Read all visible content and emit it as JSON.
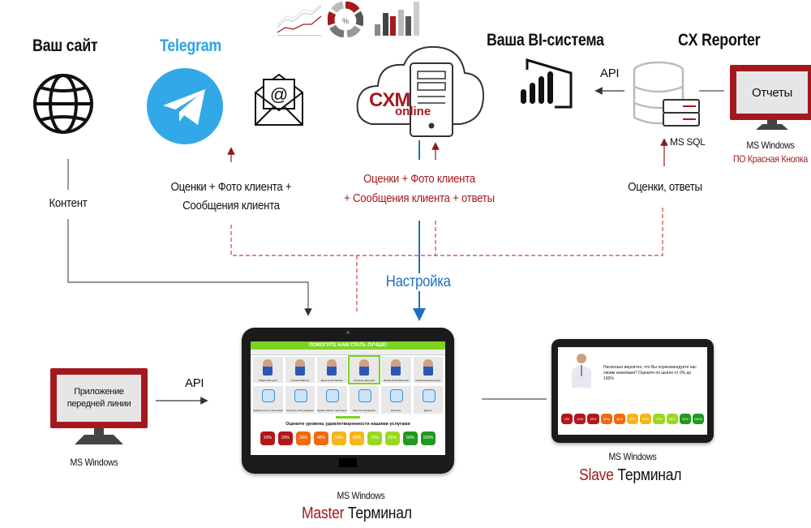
{
  "colors": {
    "accent_red": "#a31a1e",
    "telegram_blue": "#2ca5e0",
    "config_blue": "#1e6fc0",
    "master_green": "#7ed321"
  },
  "nodes": {
    "website": {
      "title": "Ваш сайт",
      "icon": "globe-icon",
      "link_label": "Контент"
    },
    "telegram": {
      "title": "Telegram",
      "icon": "telegram-icon"
    },
    "email": {
      "icon": "email-icon"
    },
    "telegram_email_flow": {
      "line1": "Оценки + Фото клиента +",
      "line2": "Сообщения клиента"
    },
    "cxm": {
      "brand_main": "CXM",
      "brand_sub": "online",
      "icon": "cloud-server-icon",
      "flow_line1": "Оценки + Фото клиента",
      "flow_line2": "+ Сообщения клиента + ответы",
      "config_label": "Настройка"
    },
    "analytics_icons": [
      "line-chart-icon",
      "donut-chart-icon",
      "bar-chart-icon"
    ],
    "donut_symbol": "%",
    "bi": {
      "title": "Ваша BI-система",
      "icon": "power-bi-icon",
      "api_label": "API"
    },
    "cx_reporter": {
      "title": "CX Reporter",
      "db_label": "MS SQL",
      "screen_text": "Отчеты",
      "os": "MS Windows",
      "vendor": "ПО Красная Кнопка",
      "flow_label": "Оценки, ответы"
    },
    "frontline_app": {
      "screen_text_1": "Приложение",
      "screen_text_2": "передней линии",
      "os": "MS Windows",
      "api_label": "API"
    },
    "master": {
      "os": "MS Windows",
      "role": "Master",
      "suffix": " Терминал",
      "header": "ПОМОГИТЕ НАМ СТАТЬ ЛУЧШЕ!",
      "employees": [
        "Гайдин Валерий",
        "Гуляков Максим",
        "Бреушкина Любовь",
        "Кличенко Дмитрий",
        "Яковлевский Дмитрий",
        "Некрасова Екатерина"
      ],
      "categories": [
        "Комфортность обстановки",
        "Скорость обслуживания",
        "Приветливость персонала",
        "Чистота помещения",
        "Качество",
        "Другое"
      ],
      "question": "Оцените уровень удовлетворенности нашими услугами",
      "ratings": [
        "10%",
        "20%",
        "30%",
        "40%",
        "50%",
        "60%",
        "70%",
        "80%",
        "90%",
        "100%"
      ]
    },
    "slave": {
      "os": "MS Windows",
      "role": "Slave",
      "suffix": " Терминал",
      "question": "Насколько вероятно, что Вы порекомендуете нас своим знакомым? Оцените по шкале от 0% до 100%",
      "ratings": [
        "0%",
        "10%",
        "20%",
        "30%",
        "40%",
        "50%",
        "60%",
        "70%",
        "80%",
        "90%",
        "100%"
      ]
    }
  }
}
